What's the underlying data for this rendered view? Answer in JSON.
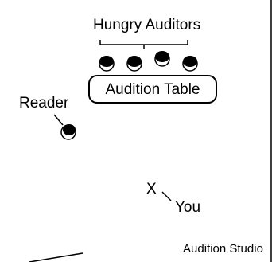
{
  "diagram": {
    "auditors_label": "Hungry Auditors",
    "table_label": "Audition Table",
    "reader_label": "Reader",
    "you_marker": "X",
    "you_label": "You",
    "studio_label": "Audition Studio",
    "auditor_count": 4
  }
}
